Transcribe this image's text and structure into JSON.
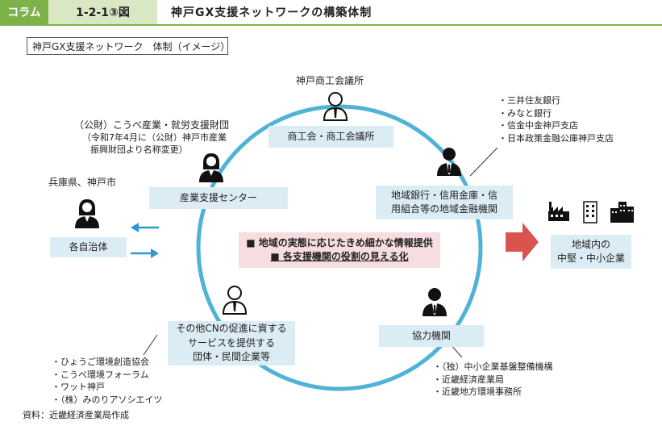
{
  "header": {
    "tag": "コラム",
    "figure_number": "1-2-1③図",
    "title": "神戸GX支援ネットワークの構築体制"
  },
  "subtitle": "神戸GX支援ネットワーク　体制（イメージ）",
  "nodes": {
    "chamber": {
      "heading": "神戸商工会議所",
      "box_label": "商工会・商工会議所"
    },
    "support_center": {
      "heading": "（公財）こうべ産業・就労支援財団",
      "note_line1": "（令和7年4月に（公財）神戸市産業",
      "note_line2": "振興財団より名称変更）",
      "box_label": "産業支援センター"
    },
    "banks": {
      "box_line1": "地域銀行・信用金庫・信",
      "box_line2": "用組合等の地域金融機関",
      "list": [
        "・三井住友銀行",
        "・みなと銀行",
        "・信金中金神戸支店",
        "・日本政策金融公庫神戸支店"
      ]
    },
    "local_gov": {
      "heading": "兵庫県、神戸市",
      "box_label": "各自治体"
    },
    "cooperating": {
      "box_label": "協力機関",
      "list": [
        "・（独）中小企業基盤整備機構",
        "・近畿経済産業局",
        "・近畿地方環境事務所"
      ]
    },
    "others": {
      "box_line1": "その他CNの促進に資する",
      "box_line2": "サービスを提供する",
      "box_line3": "団体・民間企業等",
      "list": [
        "・ひょうご環境創造協会",
        "・こうべ環境フォーラム",
        "・ワット神戸",
        "・（株）みのりアソシエイツ"
      ]
    },
    "sme": {
      "box_line1": "地域内の",
      "box_line2": "中堅・中小企業"
    }
  },
  "center": {
    "line1": "■ 地域の実態に応じたきめ細かな情報提供",
    "line2": "■ 各支援機関の役割の見える化"
  },
  "source": "資料：近畿経済産業局作成",
  "colors": {
    "header_green": "#7db24a",
    "header_light_green": "#d9e8c2",
    "ring_blue": "#4fb3d6",
    "box_blue": "#dcecf5",
    "center_pink": "#f7dde0",
    "arrow_red": "#d9534f",
    "arrow_blue": "#2f97cf",
    "icon_dark": "#111111"
  }
}
